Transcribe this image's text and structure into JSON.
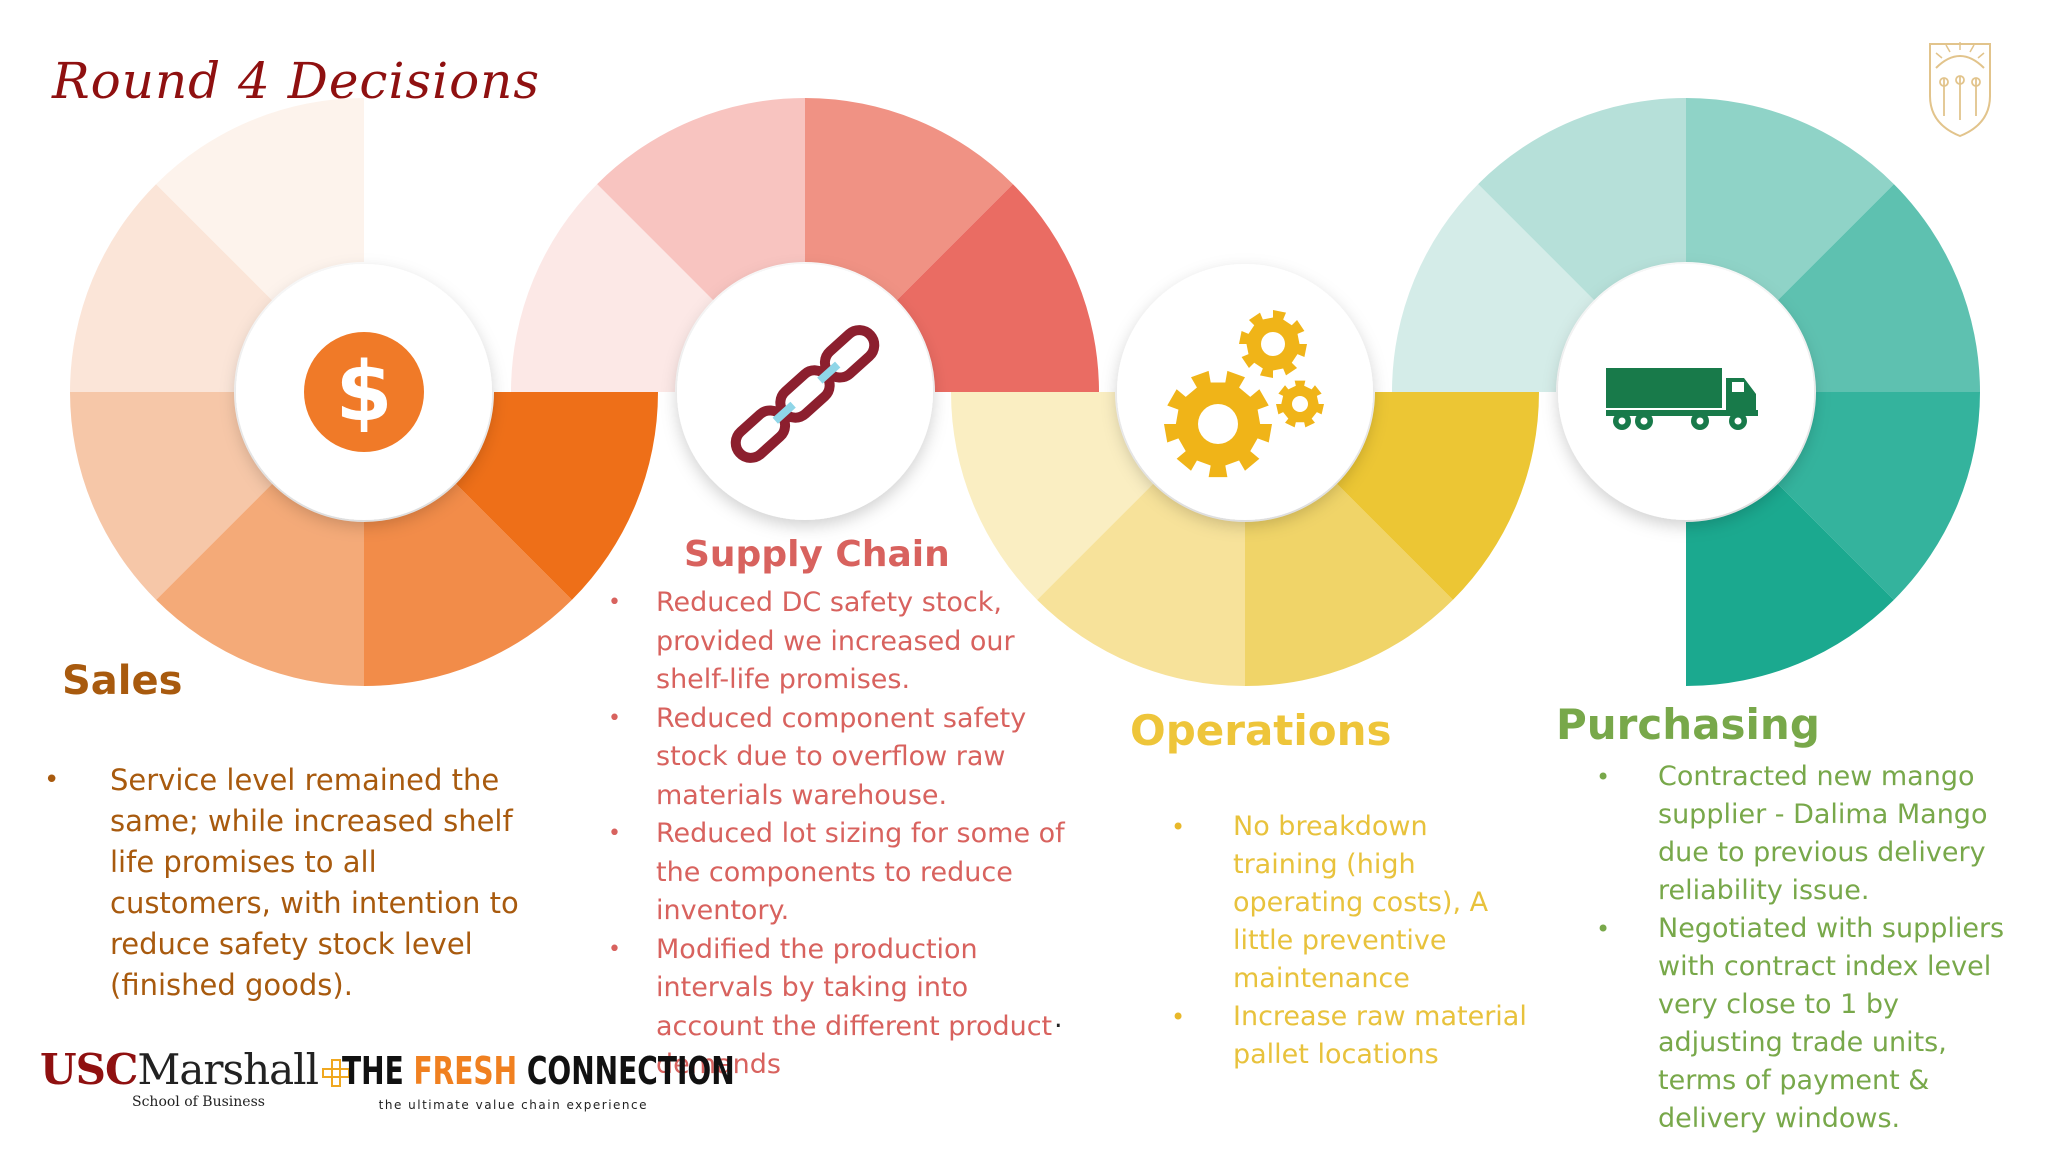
{
  "slide": {
    "title": "Round 4 Decisions"
  },
  "stages": [
    {
      "id": "sales",
      "heading": "Sales",
      "icon": "dollar-coin-icon",
      "color": "#f27a2e",
      "bullets": [
        "Service level remained the same; while increased shelf life promises to all customers, with intention to reduce safety stock level (finished goods)."
      ]
    },
    {
      "id": "supply-chain",
      "heading": "Supply Chain",
      "icon": "chain-link-icon",
      "color": "#ea6c63",
      "bullets": [
        "Reduced DC safety stock, provided we increased our shelf-life promises.",
        "Reduced component safety stock due to overflow raw materials warehouse.",
        "Reduced lot sizing for some of the components to reduce inventory.",
        "Modified the production intervals by taking into account the different product demands"
      ]
    },
    {
      "id": "operations",
      "heading": "Operations",
      "icon": "gears-icon",
      "color": "#eec53a",
      "bullets": [
        "No breakdown training (high operating costs), A little preventive maintenance",
        "Increase raw material pallet locations"
      ]
    },
    {
      "id": "purchasing",
      "heading": "Purchasing",
      "icon": "truck-icon",
      "color": "#1ba98f",
      "bullets": [
        "Contracted new mango supplier - Dalima Mango due to previous delivery reliability issue.",
        "Negotiated with suppliers with contract index level very close to 1 by adjusting trade units, terms of payment & delivery windows."
      ]
    }
  ],
  "trailing_period": ".",
  "logos": {
    "usc_red": "USC",
    "usc_black": "Marshall",
    "usc_sub": "School of Business",
    "tfc_dark1": "THE ",
    "tfc_orange": "FRESH",
    "tfc_dark2": " CONNECTION",
    "tfc_sub": "the ultimate value chain experience"
  },
  "colors": {
    "title": "#8f1010",
    "sales_text": "#a85a0e",
    "supply_text": "#d8625e",
    "operations_text": "#eec53a",
    "purchasing_text": "#78a84a"
  }
}
